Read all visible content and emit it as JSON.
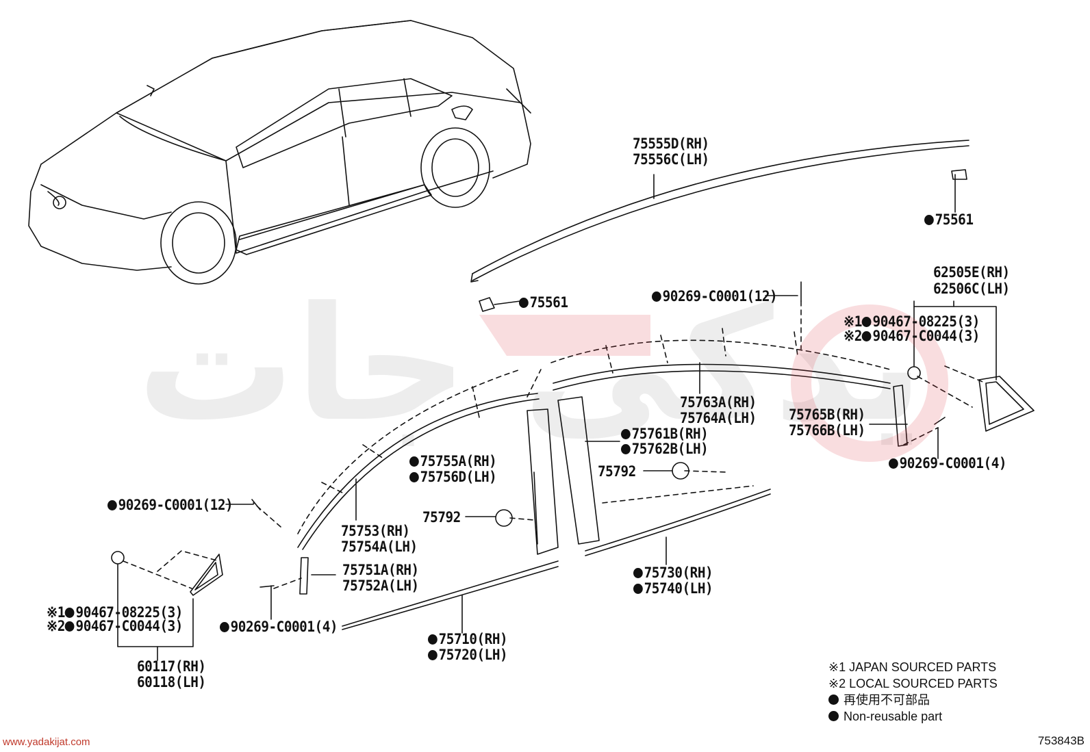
{
  "watermark": {
    "text": "یدکی جات",
    "site": "www.yadakijat.com",
    "accent": "#e04050"
  },
  "diagram_code": "753843B",
  "labels": {
    "p75555D": "75555D(RH)",
    "p75556C": "75556C(LH)",
    "p75561_top": "75561",
    "p75561_mid": "75561",
    "p62505E": "62505E(RH)",
    "p62506C": "62506C(LH)",
    "p90269_top": "90269-C0001(12)",
    "note1_top_mark": "※1",
    "p90467_08225_top": "90467-08225(3)",
    "note2_top_mark": "※2",
    "p90467_C0044_top": "90467-C0044(3)",
    "p75763A": "75763A(RH)",
    "p75764A": "75764A(LH)",
    "p75765B": "75765B(RH)",
    "p75766B": "75766B(LH)",
    "p75761B": "75761B(RH)",
    "p75762B": "75762B(LH)",
    "p75792_right": "75792",
    "p90269_right": "90269-C0001(4)",
    "p75755A": "75755A(RH)",
    "p75756D": "75756D(LH)",
    "p75792_left": "75792",
    "p90269_left": "90269-C0001(12)",
    "p75753": "75753(RH)",
    "p75754A": "75754A(LH)",
    "p75751A": "75751A(RH)",
    "p75752A": "75752A(LH)",
    "p75730": "75730(RH)",
    "p75740": "75740(LH)",
    "note1_left_mark": "※1",
    "p90467_08225_left": "90467-08225(3)",
    "note2_left_mark": "※2",
    "p90467_C0044_left": "90467-C0044(3)",
    "p90269_bottom": "90269-C0001(4)",
    "p75710": "75710(RH)",
    "p75720": "75720(LH)",
    "p60117": "60117(RH)",
    "p60118": "60118(LH)"
  },
  "legend": {
    "note1": "※1 JAPAN SOURCED PARTS",
    "note2": "※2 LOCAL SOURCED PARTS",
    "jp_nonreusable": "再使用不可部品",
    "en_nonreusable": "Non-reusable part"
  }
}
